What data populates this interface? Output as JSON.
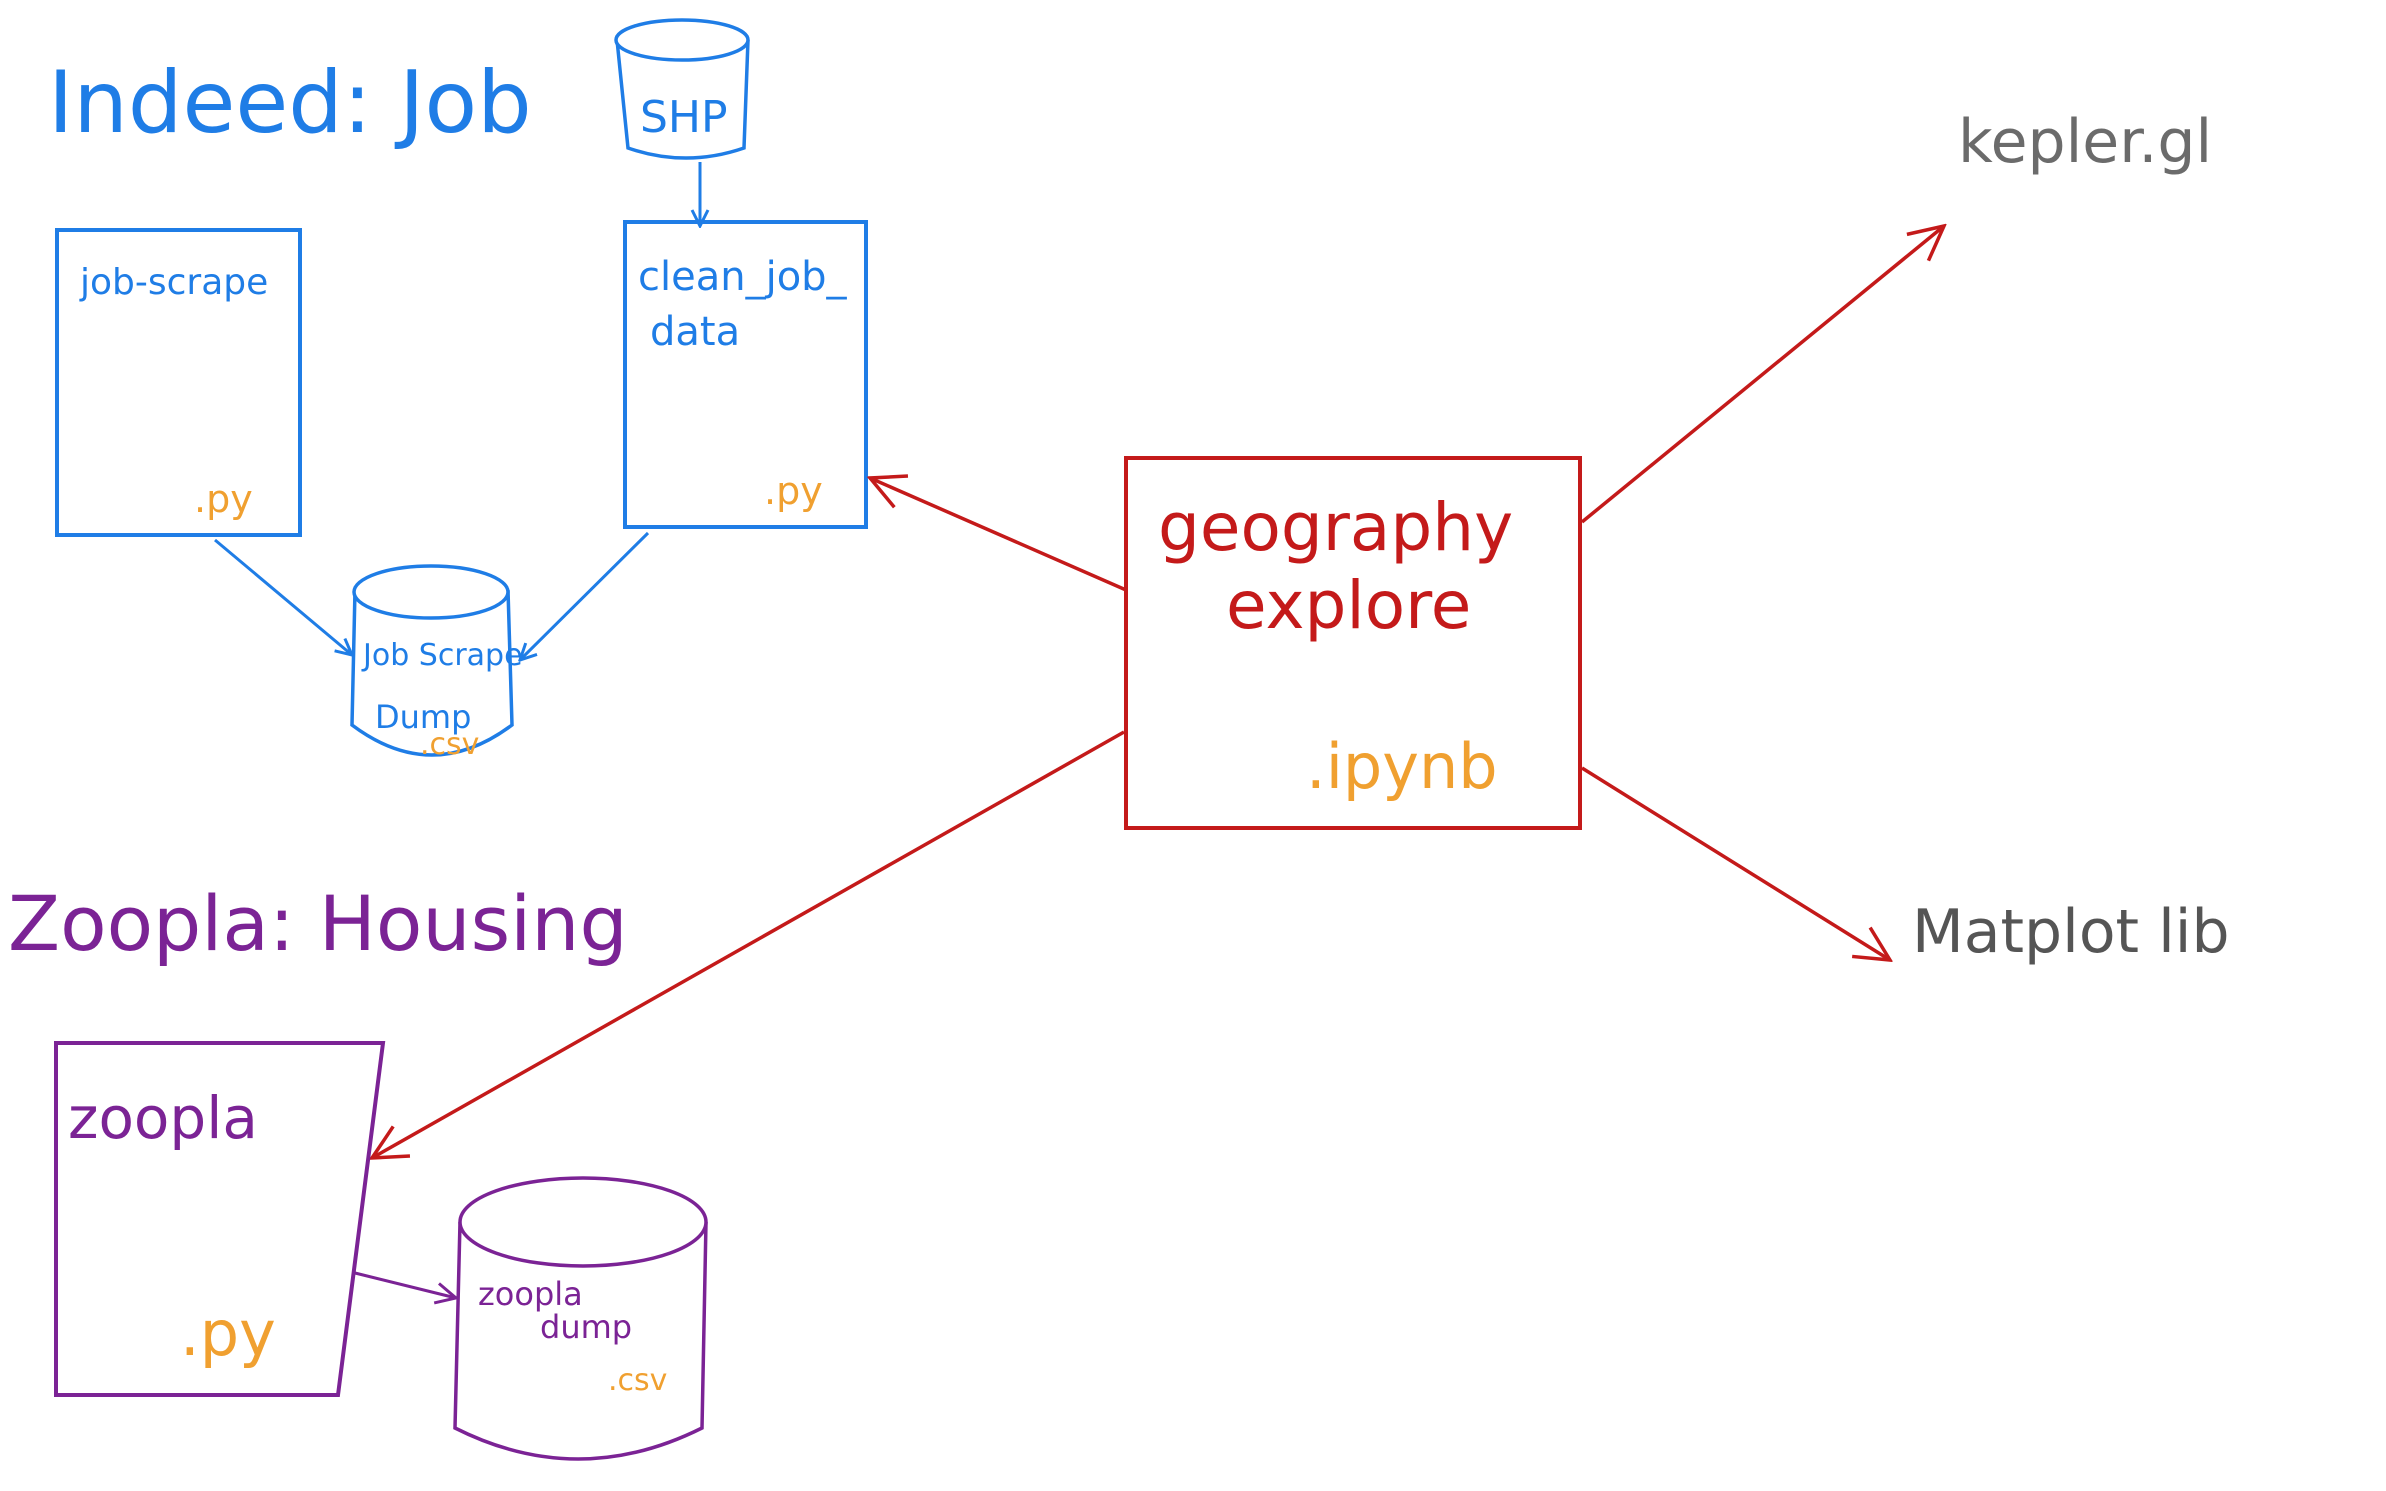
{
  "colors": {
    "job": "#1f7de6",
    "housing": "#7b2395",
    "explore": "#c41a1a",
    "ext": "#6b6b6b",
    "ext_lib": "#555555",
    "extension": "#f0a030"
  },
  "sections": {
    "indeed_title": "Indeed: Job",
    "zoopla_title": "Zoopla: Housing"
  },
  "nodes": {
    "shp": "SHP",
    "job_scrape": {
      "name": "job-scrape",
      "ext": ".py"
    },
    "clean_job_data": {
      "line1": "clean_job_",
      "line2": "data",
      "ext": ".py"
    },
    "job_scrape_dump": {
      "line1": "Job Scrape",
      "line2": "Dump",
      "ext": ".csv"
    },
    "geography_explore": {
      "line1": "geography",
      "line2": "explore",
      "ext": ".ipynb"
    },
    "zoopla": {
      "name": "zoopla",
      "ext": ".py"
    },
    "zoopla_dump": {
      "line1": "zoopla",
      "line2": "dump",
      "ext": ".csv"
    }
  },
  "outputs": {
    "kepler": "kepler.gl",
    "matplotlib": "Matplot lib"
  }
}
